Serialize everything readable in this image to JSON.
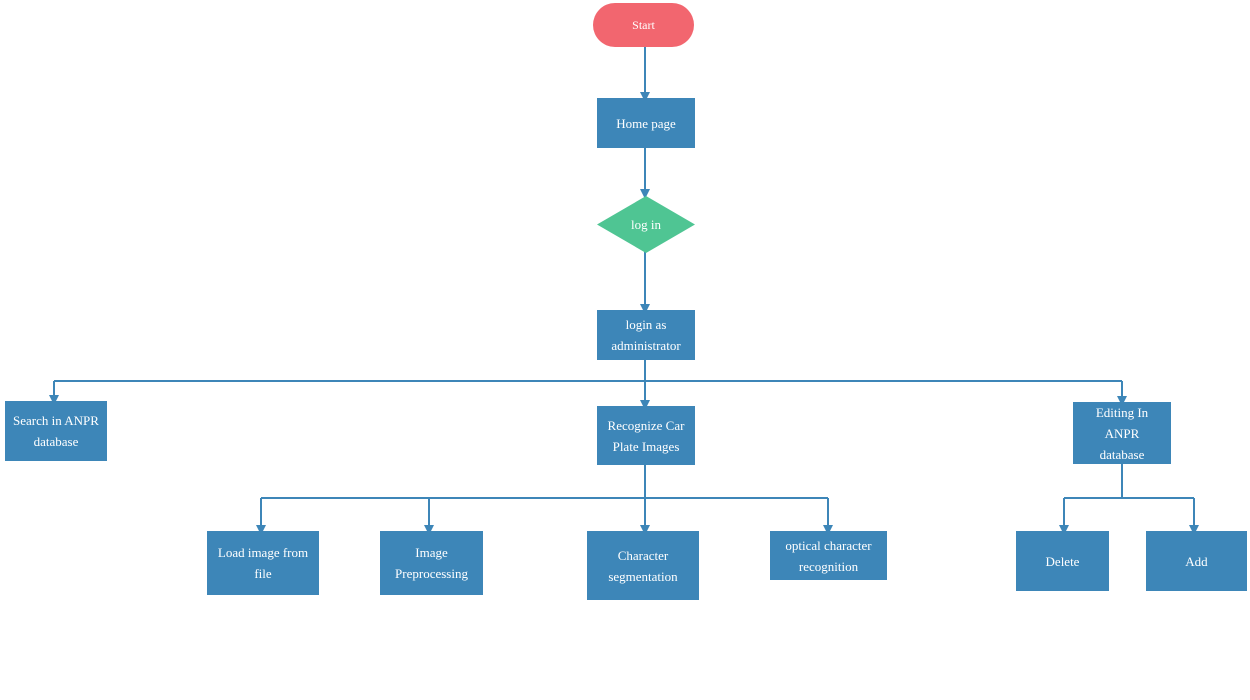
{
  "colors": {
    "process": "#3d86b8",
    "start": "#f2666f",
    "decision": "#4fc593",
    "connector": "#3d86b8",
    "text": "#ffffff"
  },
  "nodes": {
    "start": "Start",
    "home_page": "Home  page",
    "log_in": "log in",
    "login_admin": "login as\nadministrator",
    "search_db": "Search  in ANPR\ndatabase",
    "recognize": "Recognize  Car\nPlate  Images",
    "editing_db": "Editing In ANPR\ndatabase",
    "load_image": "Load image  from\nfile",
    "preprocessing": "Image\nPreprocessing",
    "segmentation": "Character\nsegmentation",
    "ocr": "optical  character\nrecognition",
    "delete": "Delete",
    "add": "Add"
  }
}
